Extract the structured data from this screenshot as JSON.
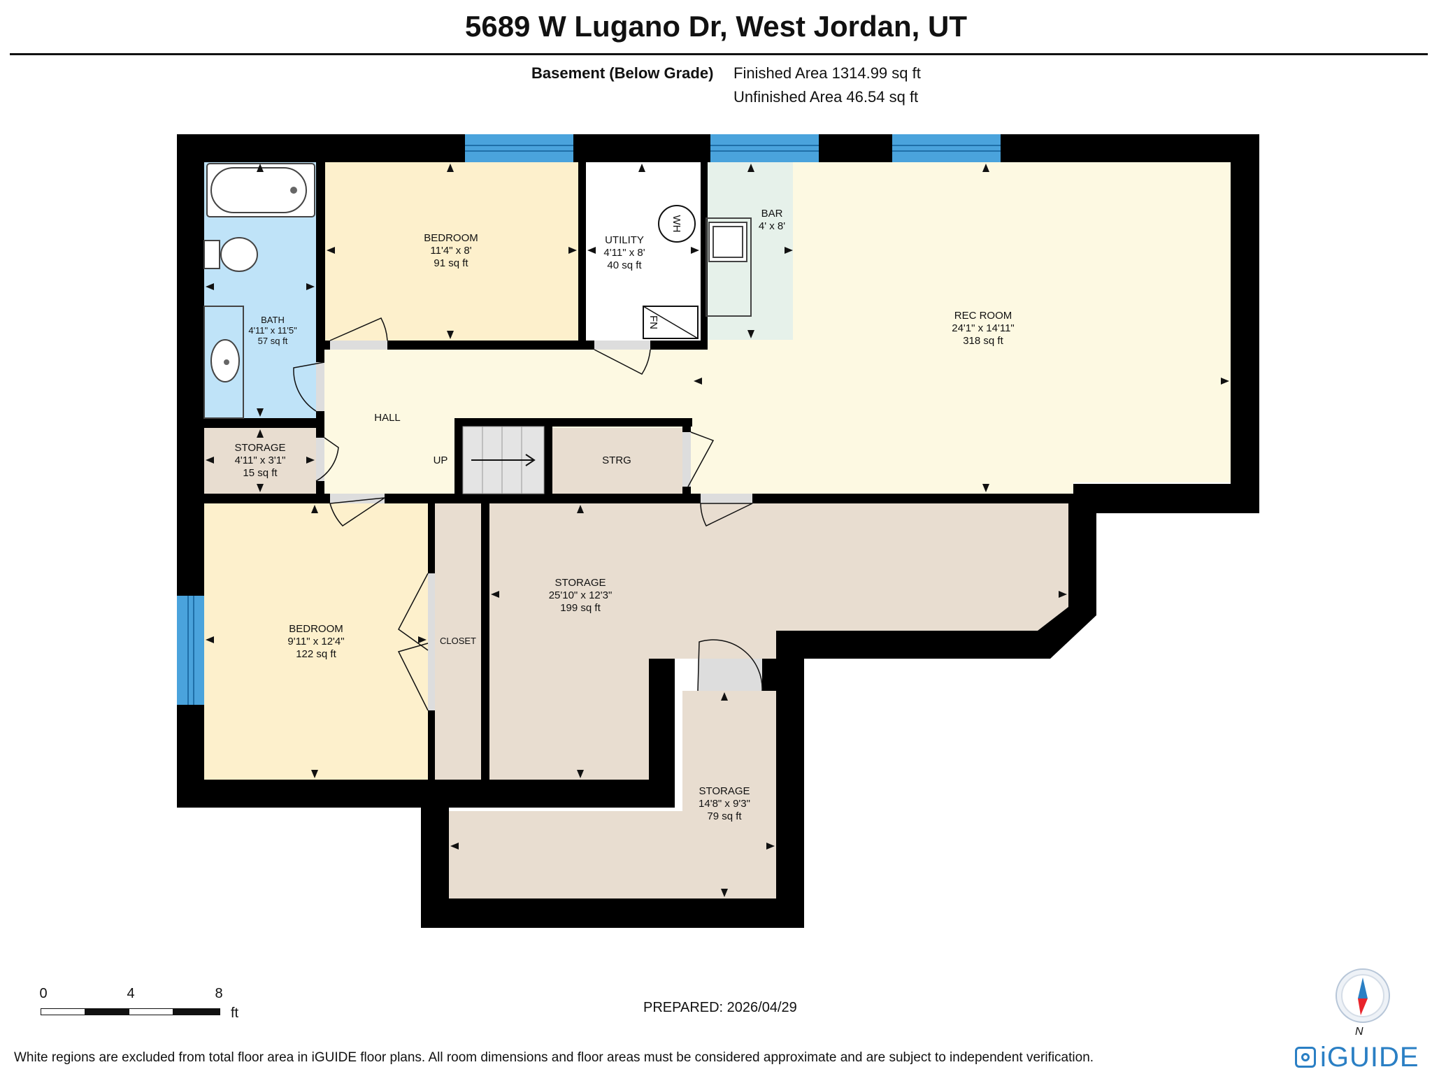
{
  "header": {
    "title": "5689 W Lugano Dr, West Jordan, UT",
    "level": "Basement (Below Grade)",
    "finished_area": "Finished Area 1314.99 sq ft",
    "unfinished_area": "Unfinished Area 46.54 sq ft"
  },
  "rooms": {
    "bedroom1": {
      "name": "BEDROOM",
      "dims": "11'4\" x 8'",
      "area": "91 sq ft"
    },
    "utility": {
      "name": "UTILITY",
      "dims": "4'11\" x 8'",
      "area": "40 sq ft"
    },
    "bar": {
      "name": "BAR",
      "dims": "4' x 8'"
    },
    "rec_room": {
      "name": "REC ROOM",
      "dims": "24'1\" x 14'11\"",
      "area": "318 sq ft"
    },
    "bath": {
      "name": "BATH",
      "dims": "4'11\" x 11'5\"",
      "area": "57 sq ft"
    },
    "hall": {
      "name": "HALL"
    },
    "up": {
      "name": "UP"
    },
    "strg": {
      "name": "STRG"
    },
    "storage_small": {
      "name": "STORAGE",
      "dims": "4'11\" x 3'1\"",
      "area": "15 sq ft"
    },
    "storage_large": {
      "name": "STORAGE",
      "dims": "25'10\" x 12'3\"",
      "area": "199 sq ft"
    },
    "bedroom2": {
      "name": "BEDROOM",
      "dims": "9'11\" x 12'4\"",
      "area": "122 sq ft"
    },
    "closet": {
      "name": "CLOSET"
    },
    "storage_lower": {
      "name": "STORAGE",
      "dims": "14'8\" x 9'3\"",
      "area": "79 sq ft"
    }
  },
  "fixtures": {
    "water_heater": "WH",
    "furnace": "FN"
  },
  "scale": {
    "ticks": [
      "0",
      "4",
      "8"
    ],
    "unit": "ft"
  },
  "prepared": "PREPARED: 2026/04/29",
  "compass_label": "N",
  "footer": "White regions are excluded from total floor area in iGUIDE floor plans. All room dimensions and floor areas must be considered approximate and are subject to independent verification.",
  "logo": "iGUIDE",
  "colors": {
    "wall": "#000000",
    "window": "#4aa3dc",
    "bedroom": "#fdf0cc",
    "bath": "#bfe3f8",
    "rec_room": "#fdf9e2",
    "bar": "#e6f1ea",
    "storage": "#e8ddd0",
    "utility": "#ffffff",
    "brand": "#2a7fc4"
  }
}
